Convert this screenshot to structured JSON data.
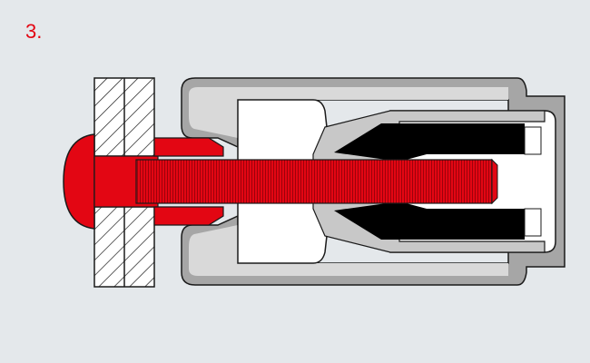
{
  "step": {
    "number_label": "3."
  },
  "colors": {
    "background": "#e4e8eb",
    "rivet": "#e30613",
    "tool_body": "#a6a6a6",
    "tool_highlight": "#d9d9d9",
    "cavity": "#ffffff",
    "jaws": "#000000",
    "outline": "#1a1a1a"
  },
  "parts": [
    {
      "name": "sheet-metal-panels",
      "description_visible": false
    },
    {
      "name": "blind-rivet-nut",
      "color_key": "rivet"
    },
    {
      "name": "threaded-mandrel",
      "color_key": "rivet"
    },
    {
      "name": "setting-tool-nosepiece",
      "color_key": "tool_body"
    },
    {
      "name": "collet-jaws",
      "color_key": "jaws"
    }
  ]
}
